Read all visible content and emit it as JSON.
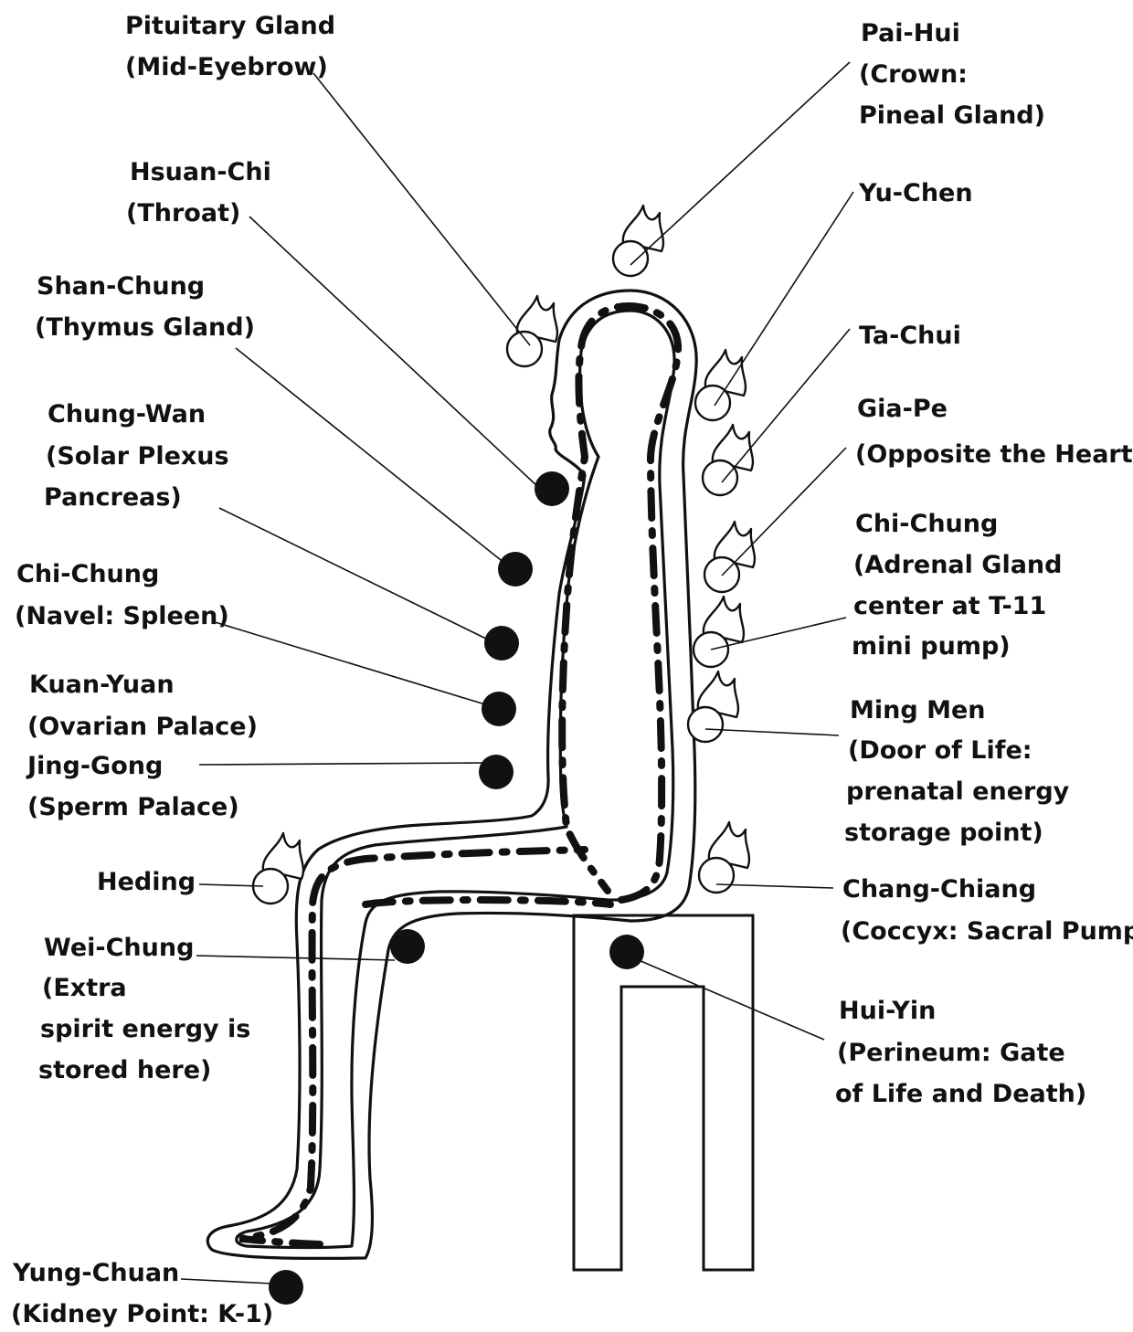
{
  "labels": {
    "pituitary": [
      "Pituitary Gland",
      "(Mid-Eyebrow)"
    ],
    "hsuan_chi": [
      "Hsuan-Chi",
      "(Throat)"
    ],
    "shan_chung": [
      "Shan-Chung",
      "(Thymus Gland)"
    ],
    "chung_wan": [
      "Chung-Wan",
      "(Solar Plexus",
      "Pancreas)"
    ],
    "chi_chung_navel": [
      "Chi-Chung",
      "(Navel: Spleen)"
    ],
    "kuan_yuan": [
      "Kuan-Yuan",
      "(Ovarian Palace)"
    ],
    "jing_gong": [
      "Jing-Gong",
      "(Sperm Palace)"
    ],
    "heding": [
      "Heding"
    ],
    "wei_chung": [
      "Wei-Chung",
      "(Extra",
      "spirit energy is",
      "stored here)"
    ],
    "yung_chuan": [
      "Yung-Chuan",
      "(Kidney Point: K-1)"
    ],
    "pai_hui": [
      "Pai-Hui",
      "(Crown:",
      "Pineal Gland)"
    ],
    "yu_chen": [
      "Yu-Chen"
    ],
    "ta_chui": [
      "Ta-Chui"
    ],
    "gia_pe": [
      "Gia-Pe",
      "(Opposite the Heart)"
    ],
    "chi_chung_adrenal": [
      "Chi-Chung",
      "(Adrenal Gland",
      "center at T-11",
      "mini pump)"
    ],
    "ming_men": [
      "Ming Men",
      "(Door of Life:",
      "prenatal energy",
      "storage point)"
    ],
    "chang_chiang": [
      "Chang-Chiang",
      "(Coccyx: Sacral Pump)"
    ],
    "hui_yin": [
      "Hui-Yin",
      "(Perineum: Gate",
      "of Life and Death)"
    ]
  },
  "colors": {
    "ink": "#111111",
    "background": "#ffffff"
  },
  "icons": {
    "front_point": "filled-dot-icon",
    "back_point": "flame-circle-icon"
  }
}
